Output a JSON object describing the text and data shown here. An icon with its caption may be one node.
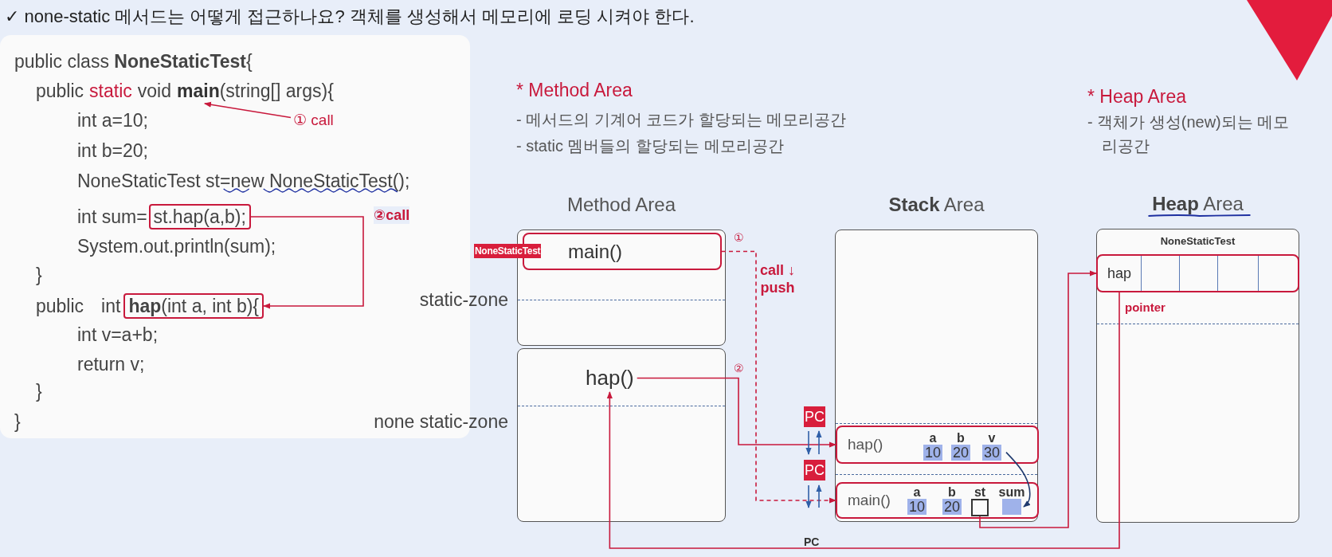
{
  "diagram": {
    "title": "✓ none-static 메서드는 어떻게 접근하나요? 객체를 생성해서 메모리에 로딩 시켜야 한다.",
    "nodes": [
      {
        "text": [
          "① call"
        ]
      },
      {
        "text": [
          "main"
        ]
      },
      {
        "text": [
          "st.hap(a,b);"
        ]
      },
      {
        "text": [
          "**hap**(int a, int b){"
        ]
      },
      {
        "text": [
          "Method Area"
        ],
        "beside": [
          "static-zone"
        ]
      },
      {
        "text": [
          "main()"
        ],
        "in": 4,
        "beside": [
          "NoneStaticTest"
        ]
      },
      {
        "text": [],
        "shape": "box",
        "beside": [
          "none static-zone"
        ]
      },
      {
        "text": [
          "hap()"
        ],
        "in": 6
      },
      {
        "text": [
          "**Stack** Area"
        ]
      },
      {
        "text": [
          "hap()"
        ],
        "in": 8
      },
      {
        "text": [
          "a",
          "10"
        ],
        "in": 9
      },
      {
        "text": [
          "b",
          "20"
        ],
        "in": 9
      },
      {
        "text": [
          "v",
          "30"
        ],
        "in": 9
      },
      {
        "text": [
          "main()"
        ],
        "in": 8
      },
      {
        "text": [
          "a",
          "10"
        ],
        "in": 13
      },
      {
        "text": [
          "b",
          "20"
        ],
        "in": 13
      },
      {
        "text": [
          "st"
        ],
        "in": 13
      },
      {
        "text": [
          "sum"
        ],
        "in": 13
      },
      {
        "text": [
          "**Heap** Area"
        ]
      },
      {
        "text": [
          "NoneStaticTest",
          "hap"
        ],
        "in": 18,
        "beside": [
          "pointer"
        ]
      }
    ],
    "edges": [
      {
        "from": 0,
        "to": 1,
        "arrow": "to"
      },
      {
        "from": 2,
        "to": 3,
        "arrow": "to",
        "label": "②call"
      },
      {
        "from": 5,
        "to": 13,
        "arrow": "to",
        "label": "call ↓ push",
        "style": "dashed"
      },
      {
        "from": 7,
        "to": 9,
        "arrow": "to"
      },
      {
        "from": 16,
        "to": 19,
        "arrow": "to"
      },
      {
        "from": 19,
        "to": 7,
        "arrow": "to"
      },
      {
        "from": 12,
        "to": 17,
        "arrow": "to",
        "color": "#1f3a6e"
      }
    ],
    "labels": [
      "public class **NoneStaticTest**{",
      "public",
      "static",
      "void",
      "(string[] args){",
      "int a=10;",
      "int b=20;",
      "NoneStaticTest st=new NoneStaticTest();",
      "int sum=",
      "System.out.println(sum);",
      "}",
      "public",
      "int",
      "int v=a+b;",
      "return v;",
      "}",
      "}",
      "* Method Area",
      "- 메서드의 기계어 코드가 할당되는 메모리공간",
      "- static 멤버들의 할당되는 메모리공간",
      "* Heap Area",
      "- 객체가 생성(new)되는 메모리공간",
      "①",
      "②",
      "PC",
      "PC",
      "PC"
    ]
  }
}
